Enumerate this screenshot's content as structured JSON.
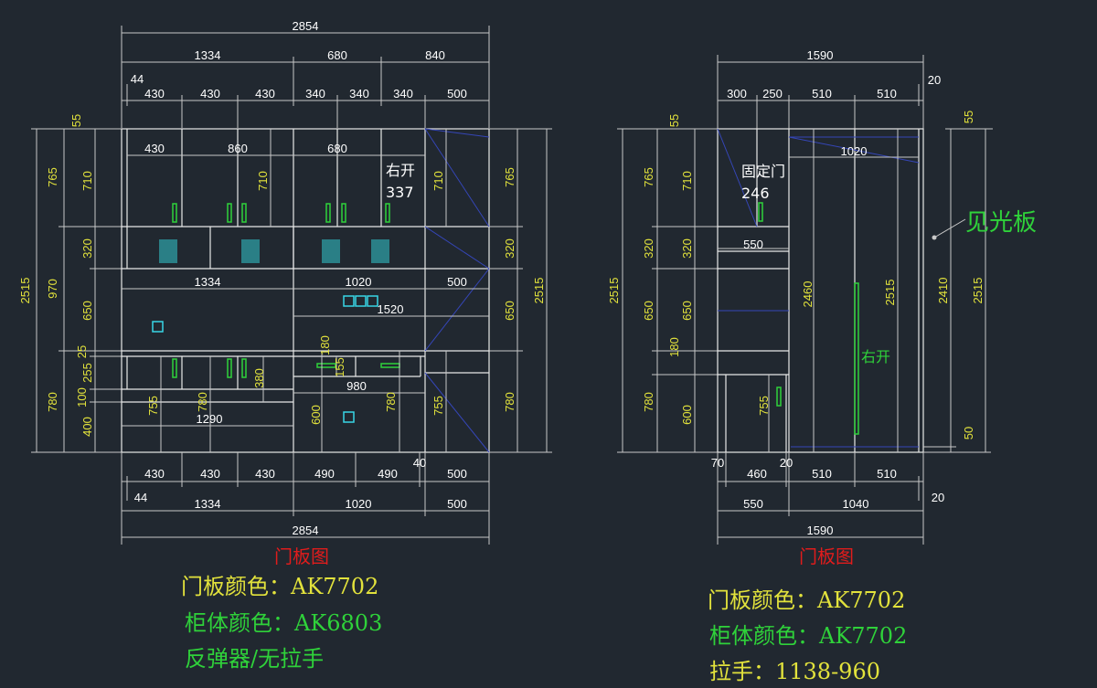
{
  "left": {
    "top_total": "2854",
    "top_groups": [
      "1334",
      "680",
      "840"
    ],
    "offset": "44",
    "top_segments": [
      "430",
      "430",
      "430",
      "340",
      "340",
      "340",
      "500"
    ],
    "top_gap": "55",
    "bottom_segments": [
      "430",
      "430",
      "430",
      "490",
      "490",
      "500"
    ],
    "bottom_gap": "40",
    "bottom_offset": "44",
    "bottom_groups": [
      "1334",
      "1020",
      "500"
    ],
    "bottom_total": "2854",
    "left_outer": "2515",
    "left_mid": [
      "765",
      "970",
      "780"
    ],
    "left_inner": [
      "710",
      "320",
      "650",
      "25",
      "255",
      "100",
      "400"
    ],
    "right_outer": "2515",
    "right_inner": [
      "765",
      "320",
      "650",
      "780"
    ],
    "interior": {
      "upper_widths": [
        "430",
        "860",
        "680"
      ],
      "upper_height": "710",
      "right_open_label": "右开",
      "right_open_value": "337",
      "col_710": "710",
      "mid_widths": [
        "1334",
        "1020",
        "500"
      ],
      "w1520": "1520",
      "h180": "180",
      "h155": "155",
      "h380": "380",
      "w980": "980",
      "h755a": "755",
      "h780a": "780",
      "w1290": "1290",
      "h600": "600",
      "h780b": "780",
      "h755b": "755"
    },
    "caption": "门板图",
    "notes": [
      "门板颜色：AK7702",
      "柜体颜色：AK6803",
      "反弹器/无拉手"
    ]
  },
  "right": {
    "top_total": "1590",
    "top_segments": [
      "300",
      "250",
      "510",
      "510"
    ],
    "top_offset": "20",
    "top_gap": "55",
    "left_outer": "2515",
    "left_mid": [
      "765",
      "320",
      "650",
      "180",
      "780"
    ],
    "left_inner": [
      "710",
      "320",
      "650",
      "600"
    ],
    "interior": {
      "fixed_door": "固定门",
      "fixed_value": "246",
      "w1020": "1020",
      "w550": "550",
      "h2460": "2460",
      "h2515": "2515",
      "right_open": "右开",
      "h755": "755"
    },
    "right_dims": [
      "2410",
      "2515",
      "55",
      "50"
    ],
    "side_label": "见光板",
    "bottom_segments": [
      "70",
      "460",
      "20",
      "510",
      "510"
    ],
    "bottom_groups": [
      "550",
      "1040"
    ],
    "bottom_offset": "20",
    "bottom_total": "1590",
    "caption": "门板图",
    "notes": [
      "门板颜色：AK7702",
      "柜体颜色：AK7702",
      "拉手：1138-960"
    ]
  }
}
